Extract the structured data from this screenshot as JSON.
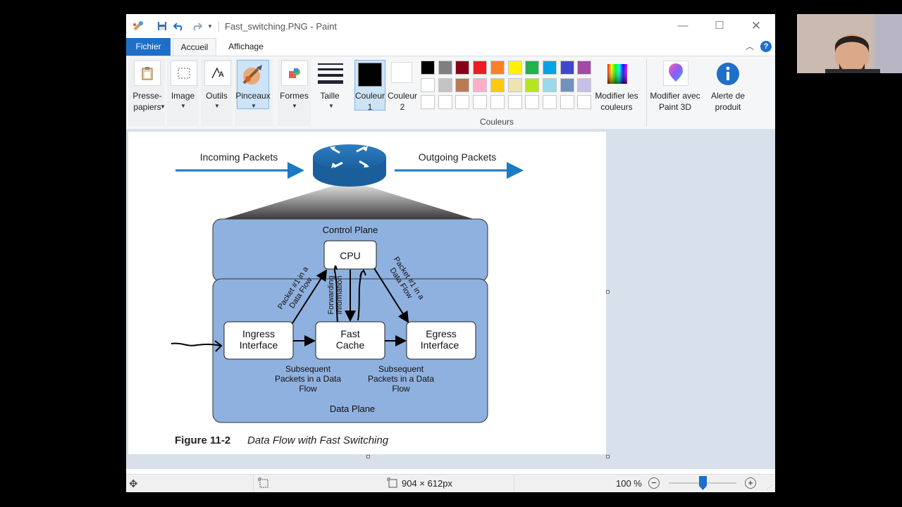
{
  "window": {
    "title": "Fast_switching.PNG - Paint"
  },
  "menu": {
    "file": "Fichier",
    "home": "Accueil",
    "view": "Affichage"
  },
  "ribbon": {
    "clipboard": "Presse-\npapiers",
    "image": "Image",
    "tools": "Outils",
    "brushes": "Pinceaux",
    "shapes": "Formes",
    "size": "Taille",
    "color1": "Couleur\n1",
    "color2": "Couleur\n2",
    "colors_group": "Couleurs",
    "edit_colors": "Modifier les\ncouleurs",
    "paint3d": "Modifier avec\nPaint 3D",
    "product_alert": "Alerte de\nproduit"
  },
  "palette": {
    "row1": [
      "#000000",
      "#7f7f7f",
      "#880015",
      "#ed1c24",
      "#ff7f27",
      "#fff200",
      "#22b14c",
      "#00a2e8",
      "#3f48cc",
      "#a349a4"
    ],
    "row2": [
      "#ffffff",
      "#c3c3c3",
      "#b97a57",
      "#ffaec9",
      "#ffc90e",
      "#efe4b0",
      "#b5e61d",
      "#99d9ea",
      "#7092be",
      "#c8bfe7"
    ],
    "row3": [
      "#ffffff",
      "#ffffff",
      "#ffffff",
      "#ffffff",
      "#ffffff",
      "#ffffff",
      "#ffffff",
      "#ffffff",
      "#ffffff",
      "#ffffff"
    ]
  },
  "diagram": {
    "incoming": "Incoming Packets",
    "outgoing": "Outgoing Packets",
    "control_plane": "Control Plane",
    "cpu": "CPU",
    "packet1_left_line1": "Packet #1 in a",
    "packet1_left_line2": "Data Flow",
    "packet1_right_line1": "Packet #1 in a",
    "packet1_right_line2": "Data Flow",
    "forwarding_line1": "Forwarding",
    "forwarding_line2": "Information",
    "ingress_line1": "Ingress",
    "ingress_line2": "Interface",
    "cache_line1": "Fast",
    "cache_line2": "Cache",
    "egress_line1": "Egress",
    "egress_line2": "Interface",
    "subsequent_left_1": "Subsequent",
    "subsequent_left_2": "Packets in a Data",
    "subsequent_left_3": "Flow",
    "subsequent_right_1": "Subsequent",
    "subsequent_right_2": "Packets in a Data",
    "subsequent_right_3": "Flow",
    "data_plane": "Data Plane",
    "figure_number": "Figure 11-2",
    "figure_caption": "Data Flow with Fast Switching"
  },
  "status": {
    "dimensions": "904 × 612px",
    "zoom": "100 %",
    "zoom_level_percent": 100
  }
}
